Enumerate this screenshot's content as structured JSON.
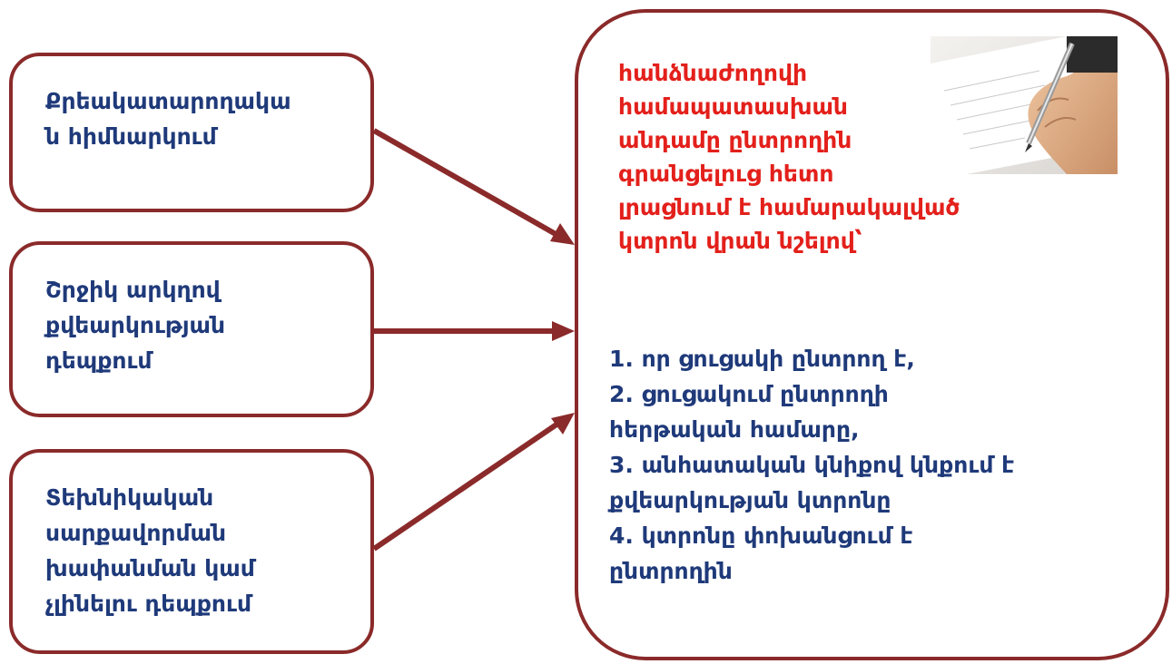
{
  "left_boxes": [
    {
      "lines": [
        "Քրեակատարողակա",
        "ն հիմնարկում"
      ]
    },
    {
      "lines": [
        "Շրջիկ արկղով",
        "քվեարկության",
        "դեպքում"
      ]
    },
    {
      "lines": [
        "Տեխնիկական",
        "սարքավորման",
        "խափանման կամ",
        "չլինելու դեպքում"
      ]
    }
  ],
  "right_box": {
    "intro_lines": [
      "հանձնաժողովի",
      "համապատասխան",
      "անդամը ընտրողին",
      "գրանցելուց հետո",
      "լրացնում է համարակալված",
      "կտրոն վրան նշելով՝"
    ],
    "list_lines": [
      "1.  որ ցուցակի ընտրող է,",
      "2.  ցուցակում ընտրողի",
      "հերթական համարը,",
      "3.  անհատական կնիքով կնքում է",
      "քվեարկության կտրոնը",
      "4.  կտրոնը փոխանցում է",
      "ընտրողին"
    ],
    "photo_icon": "hand-writing-pen-photo"
  },
  "colors": {
    "border": "#8b2a2a",
    "blue_text": "#1f3a7a",
    "red_text": "#e3201b"
  }
}
